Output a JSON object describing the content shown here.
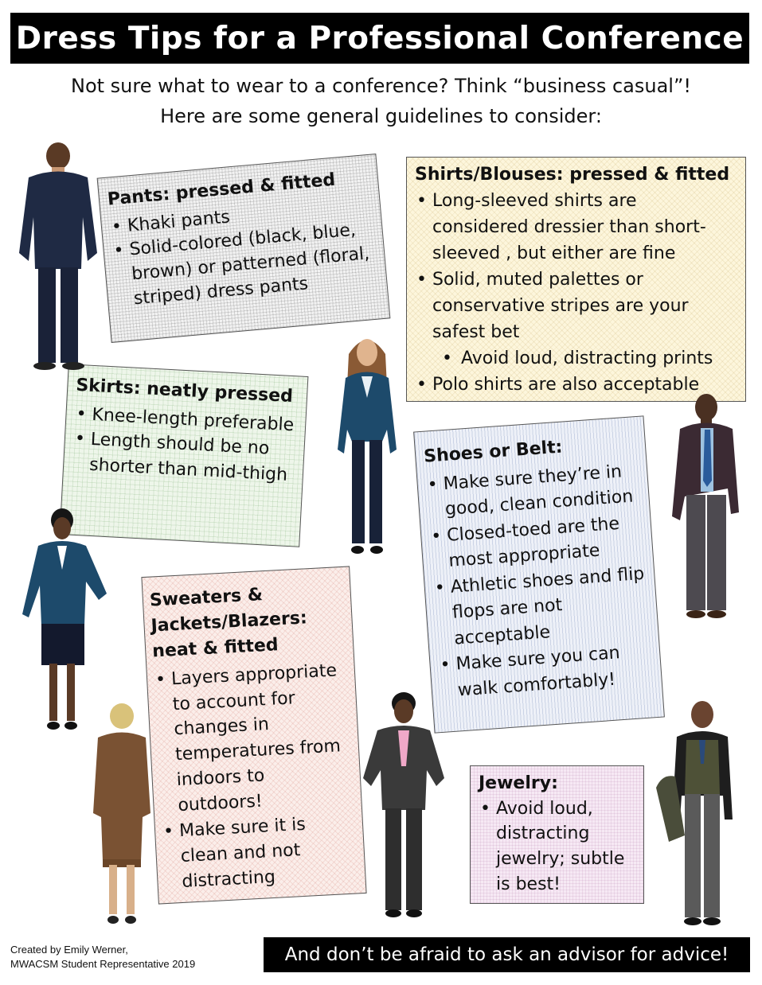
{
  "header": {
    "title": "Dress Tips for a Professional Conference",
    "subtitle_line1": "Not sure what to wear to a conference? Think “business casual”!",
    "subtitle_line2": "Here are some general guidelines to consider:"
  },
  "cards": {
    "pants": {
      "heading": "Pants: pressed & fitted",
      "items": [
        "Khaki pants",
        "Solid-colored (black, blue, brown) or patterned (floral, striped) dress pants"
      ]
    },
    "shirts": {
      "heading": "Shirts/Blouses: pressed & fitted",
      "items": [
        "Long-sleeved shirts are considered dressier than short-sleeved , but either are fine",
        "Solid, muted palettes or conservative stripes are your safest bet",
        "Avoid loud, distracting prints",
        "Polo shirts are also acceptable"
      ]
    },
    "skirts": {
      "heading": "Skirts: neatly pressed",
      "items": [
        "Knee-length preferable",
        "Length should be no shorter than mid-thigh"
      ]
    },
    "shoes": {
      "heading": "Shoes or Belt:",
      "items": [
        "Make sure they’re in good, clean condition",
        "Closed-toed are the most appropriate",
        "Athletic shoes and flip flops are not acceptable",
        "Make sure you can walk comfortably!"
      ]
    },
    "sweaters": {
      "heading": "Sweaters & Jackets/Blazers: neat & fitted",
      "items": [
        "Layers appropriate to account for changes in temperatures from indoors to outdoors!",
        "Make sure it is clean and not distracting"
      ]
    },
    "jewelry": {
      "heading": "Jewelry:",
      "items": [
        "Avoid loud, distracting jewelry; subtle is best!"
      ]
    }
  },
  "footer": {
    "credit_line1": "Created by Emily Werner,",
    "credit_line2": "MWACSM Student Representative 2019",
    "banner": "And don’t be afraid to ask an advisor for advice!"
  },
  "colors": {
    "navy_suit": "#1f2a44",
    "teal_blazer": "#1d4a6b",
    "charcoal": "#3a3a3a",
    "maroon_jacket": "#3b2a33",
    "brown_coat": "#7a5233",
    "olive_vest": "#4e5137"
  },
  "illustrations": [
    "man-navy-suit-back-view",
    "woman-teal-blazer-pants",
    "man-maroon-jacket-blue-tie",
    "woman-teal-blazer-skirt",
    "woman-brown-coat-back-view",
    "woman-gray-blazer-pink-blouse",
    "man-olive-vest-holding-jacket"
  ]
}
